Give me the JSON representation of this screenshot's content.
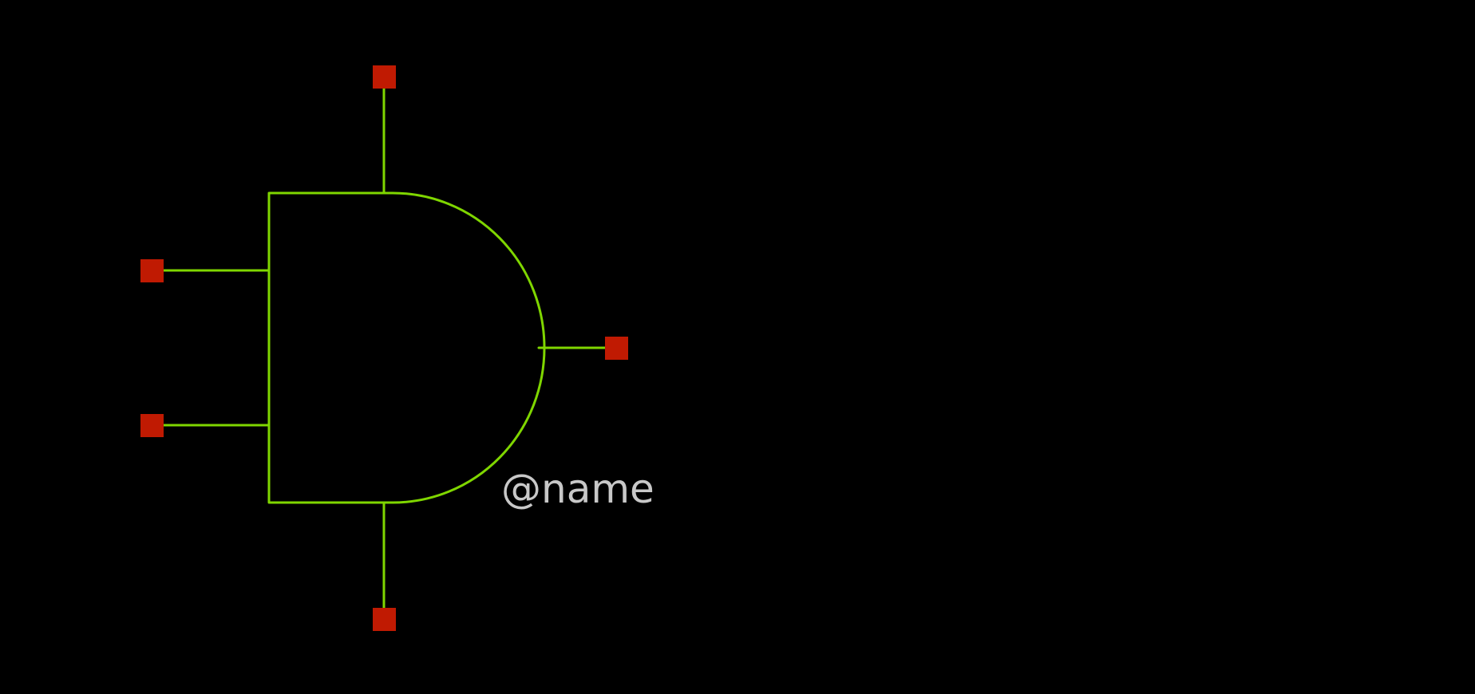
{
  "symbol": {
    "name_label": "@name",
    "colors": {
      "background": "#000000",
      "body_stroke": "#7fd600",
      "pin": "#c01a02",
      "label": "#c8c8c8"
    },
    "pins": [
      {
        "id": "pin-top"
      },
      {
        "id": "pin-in-1"
      },
      {
        "id": "pin-in-2"
      },
      {
        "id": "pin-out"
      },
      {
        "id": "pin-bottom"
      }
    ]
  }
}
